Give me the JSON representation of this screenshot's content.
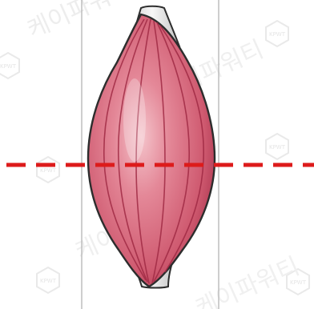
{
  "figure": {
    "subject": "fusiform-muscle",
    "watermark_text": "케이파워티",
    "watermark_badge_text": "KPWT"
  },
  "colors": {
    "background": "#ffffff",
    "guide_line": "#b9b9b9",
    "muscle_fill": "#d9697b",
    "muscle_fill_light": "#ecaab4",
    "muscle_fill_dark": "#b84159",
    "muscle_outline": "#2d2d2d",
    "fiber_line": "#a02a44",
    "tendon_fill": "#ededed",
    "tendon_shade": "#c9c9c9",
    "cut_line": "#dd1b1b",
    "watermark": "#d4d4d4"
  }
}
